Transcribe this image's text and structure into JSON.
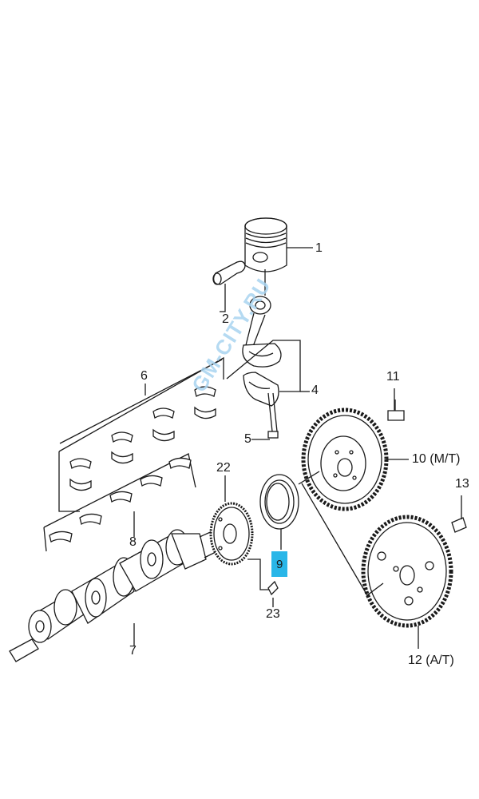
{
  "watermark": "GM-CITY.RU",
  "callouts": [
    {
      "id": "1",
      "text": "1"
    },
    {
      "id": "2",
      "text": "2"
    },
    {
      "id": "4",
      "text": "4"
    },
    {
      "id": "5",
      "text": "5"
    },
    {
      "id": "6",
      "text": "6"
    },
    {
      "id": "7",
      "text": "7"
    },
    {
      "id": "8",
      "text": "8"
    },
    {
      "id": "9",
      "text": "9",
      "highlighted": true
    },
    {
      "id": "10",
      "text": "10 (M/T)"
    },
    {
      "id": "11",
      "text": "11"
    },
    {
      "id": "12",
      "text": "12 (A/T)"
    },
    {
      "id": "13",
      "text": "13"
    },
    {
      "id": "22",
      "text": "22"
    },
    {
      "id": "23",
      "text": "23"
    }
  ],
  "colors": {
    "highlight": "#29b6e8",
    "line": "#1a1a1a",
    "watermark": "#a9d4f0"
  }
}
